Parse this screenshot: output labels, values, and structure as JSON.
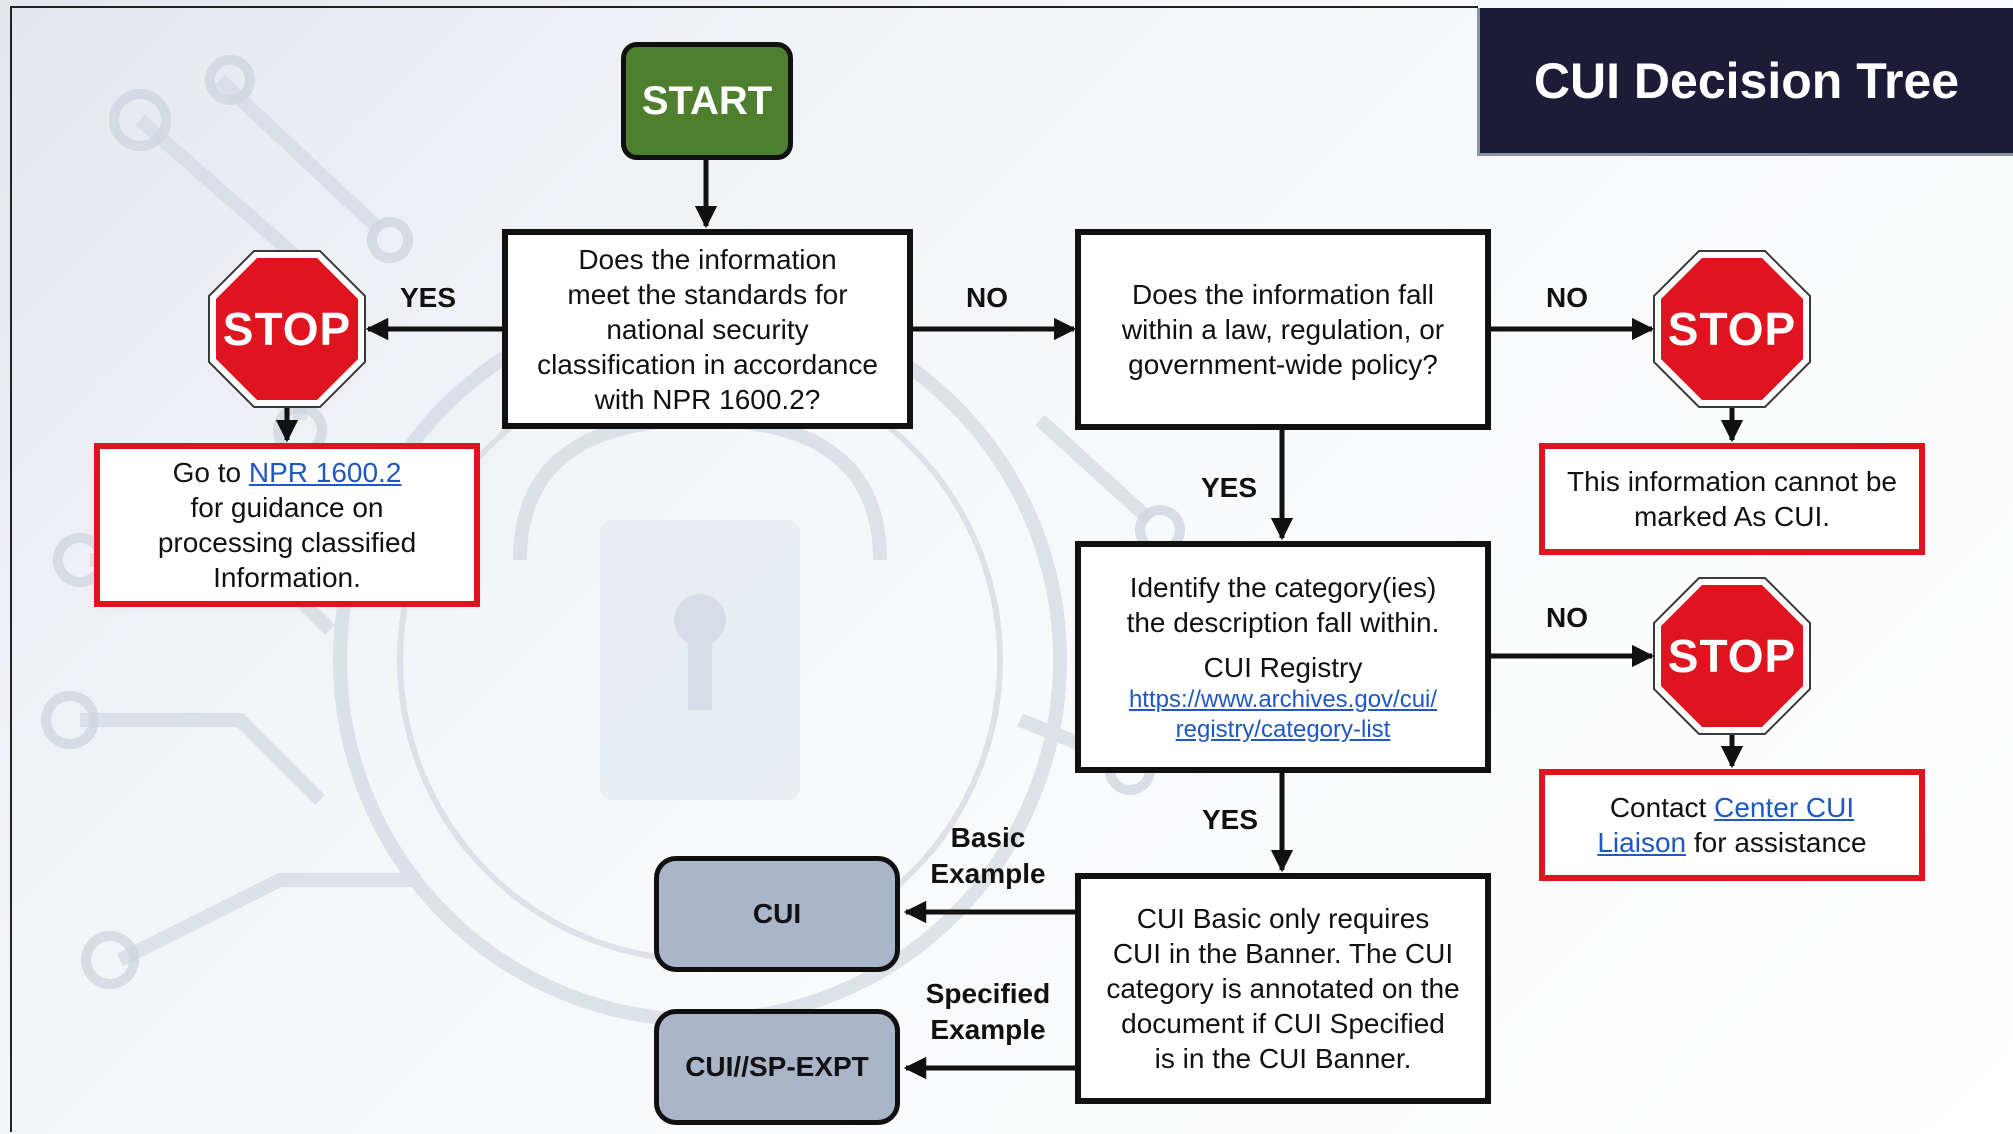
{
  "title": "CUI Decision Tree",
  "start_label": "START",
  "stop_label": "STOP",
  "edge_labels": {
    "yes": "YES",
    "no": "NO",
    "basic_example": [
      "Basic",
      "Example"
    ],
    "specified_example": [
      "Specified",
      "Example"
    ]
  },
  "q_classified": [
    "Does the information",
    "meet the standards for",
    "national security",
    "classification in accordance",
    "with NPR 1600.2?"
  ],
  "q_law": [
    "Does the information fall",
    "within a law, regulation, or",
    "government-wide policy?"
  ],
  "q_category": {
    "lines": [
      "Identify the category(ies)",
      "the description fall within."
    ],
    "registry_label": "CUI Registry",
    "registry_link": [
      "https://www.archives.gov/cui/",
      "registry/category-list"
    ]
  },
  "basic_info": [
    "CUI Basic only requires",
    "CUI in the Banner. The CUI",
    "category is annotated on the",
    "document if CUI Specified",
    "is in the CUI Banner."
  ],
  "npr_guidance": {
    "prefix": "Go to ",
    "link": "NPR 1600.2",
    "lines": [
      "for guidance on",
      "processing classified",
      "Information."
    ]
  },
  "not_cui": [
    "This information cannot be",
    "marked As CUI."
  ],
  "contact": {
    "prefix": "Contact ",
    "link1": "Center CUI",
    "link2": "Liaison",
    "suffix": " for assistance"
  },
  "outcomes": {
    "cui": "CUI",
    "cui_sp": "CUI//SP-EXPT"
  },
  "colors": {
    "start_green": "#4d7f2f",
    "stop_red": "#e0141e",
    "outcome_gray": "#a9b6c9",
    "title_navy": "#1c1c38",
    "link_blue": "#1f57c3"
  }
}
